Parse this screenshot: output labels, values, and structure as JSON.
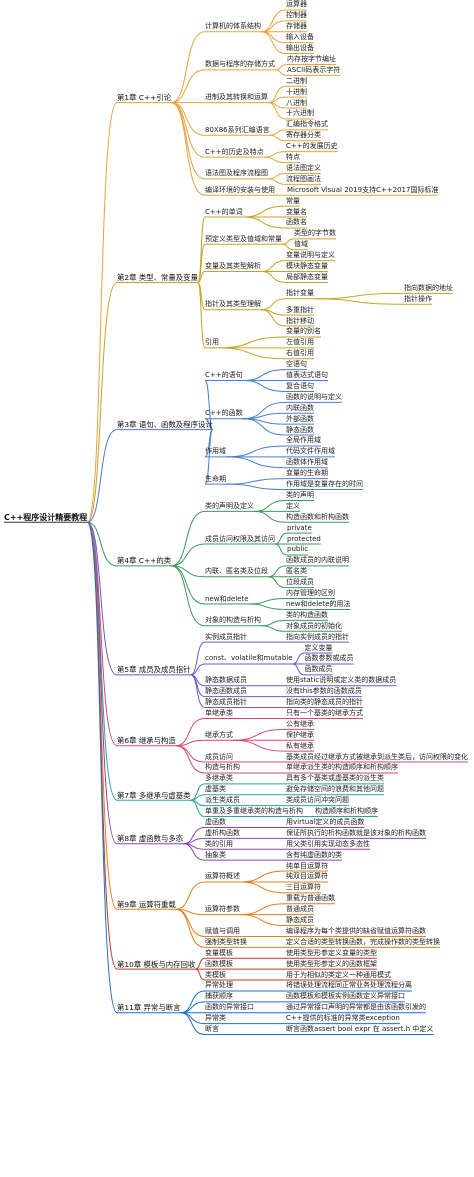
{
  "root": {
    "label": "C++程序设计精要教程",
    "chapters": [
      {
        "label": "第1章 C++引论",
        "color": "#e8a33c",
        "topics": [
          {
            "label": "计算机的体系结构",
            "leaves": [
              {
                "label": "运算器"
              },
              {
                "label": "控制器"
              },
              {
                "label": "存储器"
              },
              {
                "label": "输入设备"
              },
              {
                "label": "输出设备"
              }
            ]
          },
          {
            "label": "数据与程序的存储方式",
            "leaves": [
              {
                "label": "内存按字节编址"
              },
              {
                "label": "ASCII码表示字符"
              }
            ]
          },
          {
            "label": "进制及其转换和运算",
            "leaves": [
              {
                "label": "二进制"
              },
              {
                "label": "十进制"
              },
              {
                "label": "八进制"
              },
              {
                "label": "十六进制"
              }
            ]
          },
          {
            "label": "80X86系列汇编语言",
            "leaves": [
              {
                "label": "汇编指令格式"
              },
              {
                "label": "寄存器分类"
              }
            ]
          },
          {
            "label": "C++的历史及特点",
            "leaves": [
              {
                "label": "C++的发展历史"
              },
              {
                "label": "特点"
              }
            ]
          },
          {
            "label": "语法图及程序流程图",
            "leaves": [
              {
                "label": "语法图定义"
              },
              {
                "label": "流程图画法"
              }
            ]
          },
          {
            "label": "编译环境的安装与使用",
            "leaves": [
              {
                "label": "Microsoft Visual 2019支持C++2017国际标准"
              }
            ]
          }
        ]
      },
      {
        "label": "第2章 类型、常量及变量",
        "color": "#c9a227",
        "topics": [
          {
            "label": "C++的单词",
            "leaves": [
              {
                "label": "常量"
              },
              {
                "label": "变量名"
              },
              {
                "label": "函数名"
              }
            ]
          },
          {
            "label": "预定义类型及值域和常量",
            "leaves": [
              {
                "label": "类型的字节数"
              },
              {
                "label": "值域"
              }
            ]
          },
          {
            "label": "变量及其类型解析",
            "leaves": [
              {
                "label": "变量说明与定义"
              },
              {
                "label": "模块静态变量"
              },
              {
                "label": "局部静态变量"
              }
            ]
          },
          {
            "label": "指针及其类型理解",
            "leaves": [
              {
                "label": "指针变量",
                "leaves": [
                  {
                    "label": "指向数据的地址"
                  },
                  {
                    "label": "指针操作"
                  }
                ]
              },
              {
                "label": "多重指针"
              },
              {
                "label": "指针移动"
              }
            ]
          },
          {
            "label": "引用",
            "leaves": [
              {
                "label": "变量的别名"
              },
              {
                "label": "左值引用"
              },
              {
                "label": "右值引用"
              }
            ]
          }
        ]
      },
      {
        "label": "第3章 语句、函数及程序设计",
        "color": "#4a7fcf",
        "topics": [
          {
            "label": "C++的语句",
            "leaves": [
              {
                "label": "空语句"
              },
              {
                "label": "值表达式语句"
              },
              {
                "label": "复合语句"
              }
            ]
          },
          {
            "label": "C++的函数",
            "leaves": [
              {
                "label": "函数的说明与定义"
              },
              {
                "label": "内联函数"
              },
              {
                "label": "外部函数"
              },
              {
                "label": "静态函数"
              }
            ]
          },
          {
            "label": "作用域",
            "leaves": [
              {
                "label": "全局作用域"
              },
              {
                "label": "代码文件作用域"
              },
              {
                "label": "函数体作用域"
              }
            ]
          },
          {
            "label": "生命期",
            "leaves": [
              {
                "label": "变量的生命期"
              },
              {
                "label": "作用域是变量存在的时间"
              }
            ]
          }
        ]
      },
      {
        "label": "第4章 C++的类",
        "color": "#3a9b58",
        "topics": [
          {
            "label": "类的声明及定义",
            "leaves": [
              {
                "label": "类的声明"
              },
              {
                "label": "定义"
              },
              {
                "label": "构造函数和析构函数"
              }
            ]
          },
          {
            "label": "成员访问权限及其访问",
            "leaves": [
              {
                "label": "private"
              },
              {
                "label": "protected"
              },
              {
                "label": "public"
              }
            ]
          },
          {
            "label": "内联、匿名类及位段",
            "leaves": [
              {
                "label": "函数成员的内联说明"
              },
              {
                "label": "匿名类"
              },
              {
                "label": "位段成员"
              }
            ]
          },
          {
            "label": "new和delete",
            "leaves": [
              {
                "label": "内存管理的区别"
              },
              {
                "label": "new和delete的用法"
              }
            ]
          },
          {
            "label": "对象的构造与析构",
            "leaves": [
              {
                "label": "类的构造函数"
              },
              {
                "label": "对象成员的初始化"
              }
            ]
          }
        ]
      },
      {
        "label": "第5章 成员及成员指针",
        "color": "#6a5acd",
        "topics": [
          {
            "label": "实例成员指针",
            "leaves": [
              {
                "label": "指向实例成员的指针"
              }
            ]
          },
          {
            "label": "const、volatile和mutable",
            "leaves": [
              {
                "label": "定义变量"
              },
              {
                "label": "函数参数或成员"
              },
              {
                "label": "函数成员"
              }
            ]
          },
          {
            "label": "静态数据成员",
            "leaves": [
              {
                "label": "使用static说明或定义类的数据成员"
              }
            ]
          },
          {
            "label": "静态函数成员",
            "leaves": [
              {
                "label": "没有this参数的函数成员"
              }
            ]
          },
          {
            "label": "静态成员指针",
            "leaves": [
              {
                "label": "指向类的静态成员的指针"
              }
            ]
          }
        ]
      },
      {
        "label": "第6章 继承与构造",
        "color": "#d6457a",
        "topics": [
          {
            "label": "单继承类",
            "leaves": [
              {
                "label": "只有一个基类的继承方式"
              }
            ]
          },
          {
            "label": "继承方式",
            "leaves": [
              {
                "label": "公有继承"
              },
              {
                "label": "保护继承"
              },
              {
                "label": "私有继承"
              }
            ]
          },
          {
            "label": "成员访问",
            "leaves": [
              {
                "label": "基类成员经过继承方式被继承到派生类后，访问权限的变化"
              }
            ]
          },
          {
            "label": "构造与析构",
            "leaves": [
              {
                "label": "单继承派生类的构造顺序和析构顺序"
              }
            ]
          }
        ]
      },
      {
        "label": "第7章 多继承与虚基类",
        "color": "#2aa2a8",
        "topics": [
          {
            "label": "多继承类",
            "leaves": [
              {
                "label": "具有多个基类或虚基类的派生类"
              }
            ]
          },
          {
            "label": "虚基类",
            "leaves": [
              {
                "label": "避免存储空间的浪费和其他问题"
              }
            ]
          },
          {
            "label": "派生类成员",
            "leaves": [
              {
                "label": "类成员访问冲突问题"
              }
            ]
          },
          {
            "label": "单重及多重继承类的构造与析构",
            "leaves": [
              {
                "label": "构造顺序和析构顺序"
              }
            ]
          }
        ]
      },
      {
        "label": "第8章 虚函数与多态",
        "color": "#8e44ad",
        "topics": [
          {
            "label": "虚函数",
            "leaves": [
              {
                "label": "用virtual定义的成员函数"
              }
            ]
          },
          {
            "label": "虚析构函数",
            "leaves": [
              {
                "label": "保证所执行的析构函数就是该对象的析构函数"
              }
            ]
          },
          {
            "label": "类的引用",
            "leaves": [
              {
                "label": "用父类引用实现动态多态性"
              }
            ]
          },
          {
            "label": "抽象类",
            "leaves": [
              {
                "label": "含有纯虚函数的类"
              }
            ]
          }
        ]
      },
      {
        "label": "第9章 运算符重载",
        "color": "#e67e22",
        "topics": [
          {
            "label": "运算符概述",
            "leaves": [
              {
                "label": "纯单目运算符"
              },
              {
                "label": "纯双目运算符"
              },
              {
                "label": "三目运算符"
              }
            ]
          },
          {
            "label": "运算符参数",
            "leaves": [
              {
                "label": "重载为普通函数"
              },
              {
                "label": "普通成员"
              },
              {
                "label": "静态成员"
              }
            ]
          },
          {
            "label": "赋值与调用",
            "leaves": [
              {
                "label": "编译程序为每个类提供的缺省赋值运算符函数"
              }
            ]
          },
          {
            "label": "强制类型转换",
            "leaves": [
              {
                "label": "定义合适的类型转换函数，完成操作数的类型转换"
              }
            ]
          }
        ]
      },
      {
        "label": "第10章 模板与内存回收",
        "color": "#c0392b",
        "topics": [
          {
            "label": "变量模板",
            "leaves": [
              {
                "label": "使用类型形参定义变量的类型"
              }
            ]
          },
          {
            "label": "函数模板",
            "leaves": [
              {
                "label": "使用类型形参定义的函数框架"
              }
            ]
          },
          {
            "label": "类模板",
            "leaves": [
              {
                "label": "用于为相似的类定义一种通用模式"
              }
            ]
          }
        ]
      },
      {
        "label": "第11章 异常与断言",
        "color": "#1f6fd1",
        "topics": [
          {
            "label": "异常处理",
            "leaves": [
              {
                "label": "将错误处理流程同正常业务处理流程分离"
              }
            ]
          },
          {
            "label": "捕获顺序",
            "leaves": [
              {
                "label": "函数模板和模板实例函数定义异常接口"
              }
            ]
          },
          {
            "label": "函数的异常接口",
            "leaves": [
              {
                "label": "通过异常接口声明的异常都是由该函数引发的"
              }
            ]
          },
          {
            "label": "异常类",
            "leaves": [
              {
                "label": "C++提供的标准的异常类exception"
              }
            ]
          },
          {
            "label": "断言",
            "leaves": [
              {
                "label": "断言函数assert bool expr 在 assert.h 中定义"
              }
            ]
          }
        ]
      }
    ]
  }
}
